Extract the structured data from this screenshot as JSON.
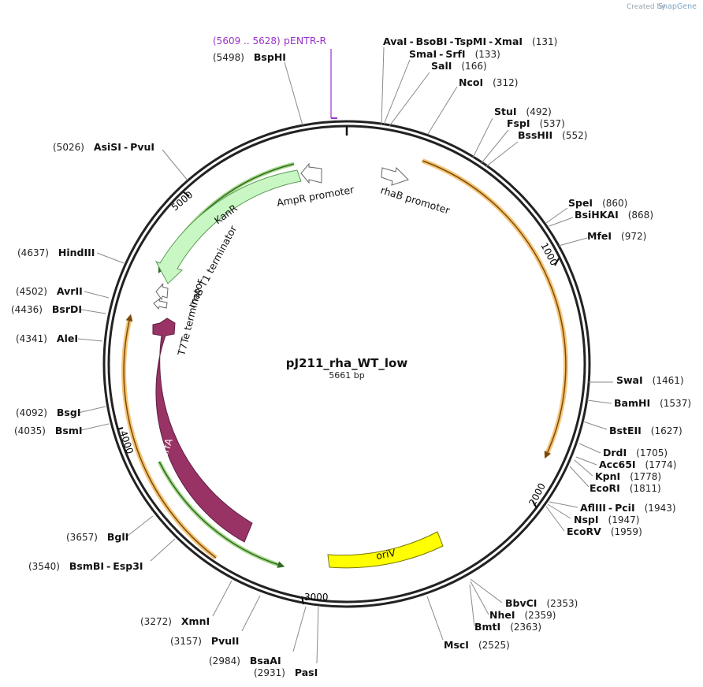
{
  "plasmid": {
    "name": "pJ211_rha_WT_low",
    "length_label": "5661 bp"
  },
  "credit": {
    "prefix": "Created by",
    "brand": "SnapGene"
  },
  "primer": {
    "range": "(5609 .. 5628)",
    "name": "pENTR-R",
    "color": "#9933cc"
  },
  "ticks": [
    "1000",
    "2000",
    "3000",
    "4000",
    "5000"
  ],
  "sites": [
    {
      "names": [
        "AvaI",
        "BsoBI",
        "TspMI",
        "XmaI"
      ],
      "pos": "(131)"
    },
    {
      "names": [
        "SmaI",
        "SrfI"
      ],
      "pos": "(133)"
    },
    {
      "names": [
        "SalI"
      ],
      "pos": "(166)"
    },
    {
      "names": [
        "NcoI"
      ],
      "pos": "(312)"
    },
    {
      "names": [
        "StuI"
      ],
      "pos": "(492)"
    },
    {
      "names": [
        "FspI"
      ],
      "pos": "(537)"
    },
    {
      "names": [
        "BssHII"
      ],
      "pos": "(552)"
    },
    {
      "names": [
        "SpeI"
      ],
      "pos": "(860)"
    },
    {
      "names": [
        "BsiHKAI"
      ],
      "pos": "(868)"
    },
    {
      "names": [
        "MfeI"
      ],
      "pos": "(972)"
    },
    {
      "names": [
        "SwaI"
      ],
      "pos": "(1461)"
    },
    {
      "names": [
        "BamHI"
      ],
      "pos": "(1537)"
    },
    {
      "names": [
        "BstEII"
      ],
      "pos": "(1627)"
    },
    {
      "names": [
        "DrdI"
      ],
      "pos": "(1705)"
    },
    {
      "names": [
        "Acc65I"
      ],
      "pos": "(1774)"
    },
    {
      "names": [
        "KpnI"
      ],
      "pos": "(1778)"
    },
    {
      "names": [
        "EcoRI"
      ],
      "pos": "(1811)"
    },
    {
      "names": [
        "AflIII",
        "PciI"
      ],
      "pos": "(1943)"
    },
    {
      "names": [
        "NspI"
      ],
      "pos": "(1947)"
    },
    {
      "names": [
        "EcoRV"
      ],
      "pos": "(1959)"
    },
    {
      "names": [
        "BbvCI"
      ],
      "pos": "(2353)"
    },
    {
      "names": [
        "NheI"
      ],
      "pos": "(2359)"
    },
    {
      "names": [
        "BmtI"
      ],
      "pos": "(2363)"
    },
    {
      "names": [
        "MscI"
      ],
      "pos": "(2525)"
    },
    {
      "names": [
        "PasI"
      ],
      "pos": "(2931)"
    },
    {
      "names": [
        "BsaAI"
      ],
      "pos": "(2984)"
    },
    {
      "names": [
        "PvuII"
      ],
      "pos": "(3157)"
    },
    {
      "names": [
        "XmnI"
      ],
      "pos": "(3272)"
    },
    {
      "names": [
        "BsmBI",
        "Esp3I"
      ],
      "pos": "(3540)"
    },
    {
      "names": [
        "BglI"
      ],
      "pos": "(3657)"
    },
    {
      "names": [
        "BsmI"
      ],
      "pos": "(4035)"
    },
    {
      "names": [
        "BsgI"
      ],
      "pos": "(4092)"
    },
    {
      "names": [
        "AleI"
      ],
      "pos": "(4341)"
    },
    {
      "names": [
        "BsrDI"
      ],
      "pos": "(4436)"
    },
    {
      "names": [
        "AvrII"
      ],
      "pos": "(4502)"
    },
    {
      "names": [
        "HindIII"
      ],
      "pos": "(4637)"
    },
    {
      "names": [
        "AsiSI",
        "PvuI"
      ],
      "pos": "(5026)"
    },
    {
      "names": [
        "BspHI"
      ],
      "pos": "(5498)"
    }
  ],
  "features": [
    {
      "label": "KanR",
      "color": "#c9f7c4",
      "stroke": "#5a9a55"
    },
    {
      "label": "AmpR promoter",
      "color": "#ffffff",
      "stroke": "#666666"
    },
    {
      "label": "rhaB promoter",
      "color": "#ffffff",
      "stroke": "#666666"
    },
    {
      "label": "rrnB T1 terminator",
      "color": "#ffffff",
      "stroke": "#666666"
    },
    {
      "label": "T7Te terminator",
      "color": "#ffffff",
      "stroke": "#666666"
    },
    {
      "label": "trfA",
      "color": "#993366",
      "stroke": "#5e1f40"
    },
    {
      "label": "oriV",
      "color": "#ffff00",
      "stroke": "#777700"
    }
  ],
  "colors": {
    "orf_outline": "#f5c577",
    "orf_line": "#7a4a0a",
    "green_arc": "#5aa03c",
    "backbone": "#222222"
  }
}
